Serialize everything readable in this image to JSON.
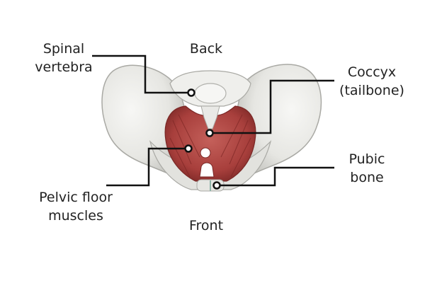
{
  "orientation": {
    "back": "Back",
    "front": "Front"
  },
  "labels": {
    "spinal_vertebra": [
      "Spinal",
      "vertebra"
    ],
    "coccyx": [
      "Coccyx",
      "(tailbone)"
    ],
    "pubic_bone": [
      "Pubic",
      "bone"
    ],
    "pelvic_floor_muscles": [
      "Pelvic floor",
      "muscles"
    ]
  },
  "colors": {
    "bone": "#e9e9e6",
    "bone_shadow": "#b9b9b5",
    "muscle": "#b34a45",
    "muscle_dark": "#8e2f2d",
    "leader_line": "#111111",
    "text": "#222222"
  }
}
